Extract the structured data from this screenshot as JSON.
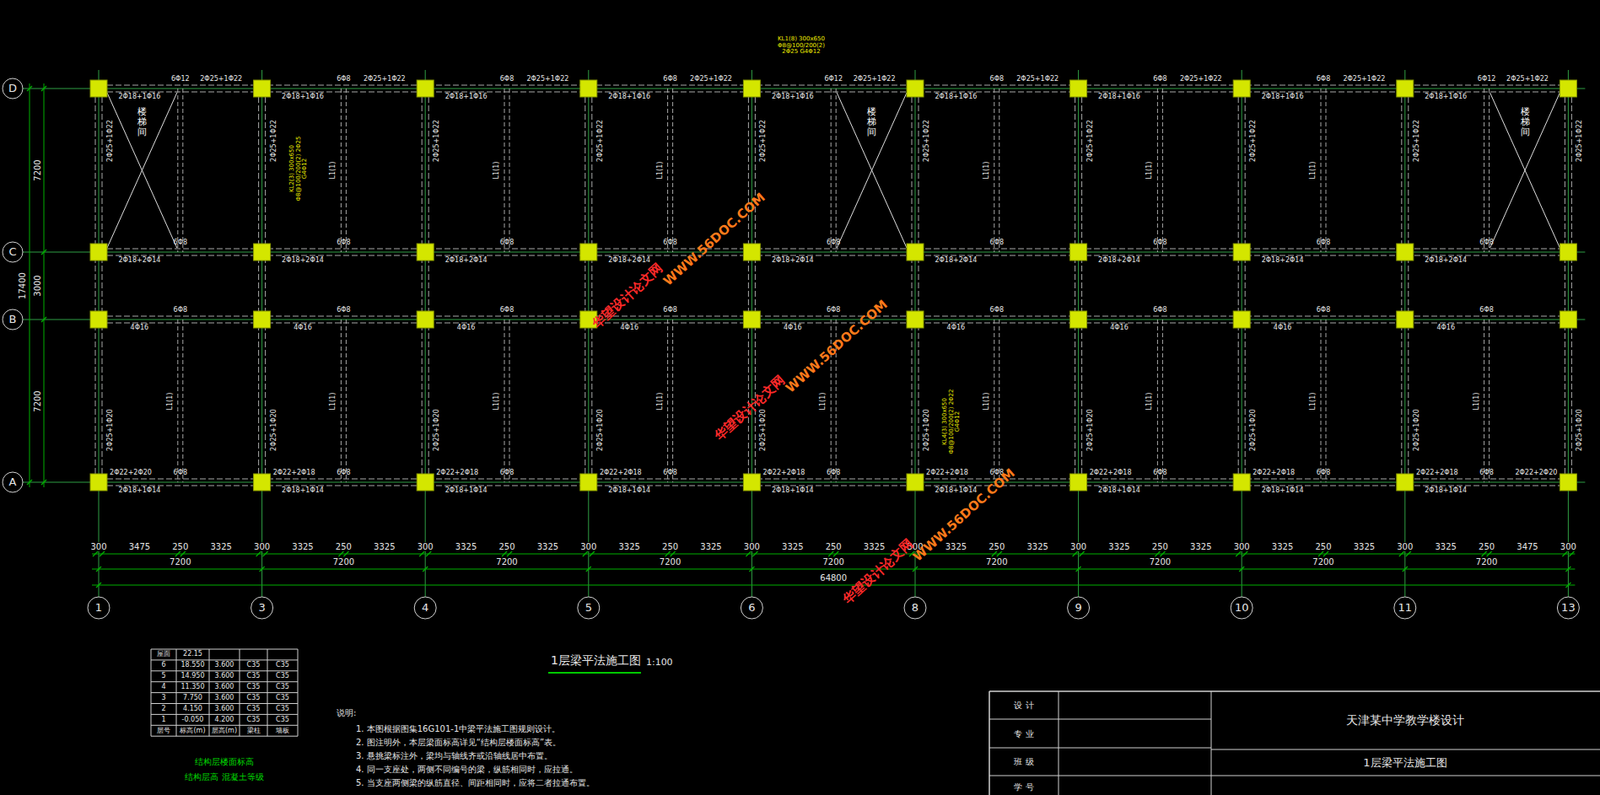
{
  "diagram": {
    "title": "1层梁平法施工图",
    "labels": [
      "D",
      "C",
      "B",
      "A",
      "1",
      "3",
      "4",
      "5",
      "6",
      "8",
      "9",
      "10",
      "11",
      "13",
      "300",
      "3475",
      "250",
      "3325",
      "300",
      "3325",
      "250",
      "3325",
      "300",
      "3325",
      "250",
      "3325",
      "300",
      "3325",
      "250",
      "3325",
      "300",
      "3325",
      "250",
      "3325",
      "300",
      "3325",
      "250",
      "3325",
      "300",
      "3325",
      "250",
      "3325",
      "300",
      "3325",
      "250",
      "3325",
      "300",
      "3325",
      "250",
      "3475",
      "300",
      "7200",
      "7200",
      "7200",
      "7200",
      "7200",
      "7200",
      "7200",
      "7200",
      "7200",
      "64800",
      "7200",
      "3000",
      "7200",
      "17400",
      "楼梯间",
      "楼梯间",
      "楼梯间",
      "6Φ12",
      "2Φ18+1Φ16",
      "2Φ25+1Φ22",
      "6Φ8",
      "2Φ18+2Φ14",
      "6Φ8",
      "4Φ16",
      "6Φ8",
      "2Φ18+1Φ14",
      "6Φ8",
      "2Φ18+1Φ16",
      "2Φ25+1Φ22",
      "6Φ8",
      "2Φ18+2Φ14",
      "6Φ8",
      "4Φ16",
      "6Φ8",
      "2Φ18+1Φ14",
      "6Φ8",
      "2Φ18+1Φ16",
      "2Φ25+1Φ22",
      "6Φ8",
      "2Φ18+2Φ14",
      "6Φ8",
      "4Φ16",
      "6Φ8",
      "2Φ18+1Φ14",
      "6Φ8",
      "2Φ18+1Φ16",
      "2Φ25+1Φ22",
      "6Φ8",
      "2Φ18+2Φ14",
      "6Φ8",
      "4Φ16",
      "6Φ8",
      "2Φ18+1Φ14",
      "6Φ12",
      "2Φ18+1Φ16",
      "2Φ25+1Φ22",
      "6Φ8",
      "2Φ18+2Φ14",
      "6Φ8",
      "4Φ16",
      "6Φ8",
      "2Φ18+1Φ14",
      "6Φ8",
      "2Φ18+1Φ16",
      "2Φ25+1Φ22",
      "6Φ8",
      "2Φ18+2Φ14",
      "6Φ8",
      "4Φ16",
      "6Φ8",
      "2Φ18+1Φ14",
      "6Φ8",
      "2Φ18+1Φ16",
      "2Φ25+1Φ22",
      "6Φ8",
      "2Φ18+2Φ14",
      "6Φ8",
      "4Φ16",
      "6Φ8",
      "2Φ18+1Φ14",
      "6Φ8",
      "2Φ18+1Φ16",
      "2Φ25+1Φ22",
      "6Φ8",
      "2Φ18+2Φ14",
      "6Φ8",
      "4Φ16",
      "6Φ8",
      "2Φ18+1Φ14",
      "6Φ12",
      "2Φ18+1Φ16",
      "2Φ25+1Φ22",
      "6Φ8",
      "2Φ18+2Φ14",
      "6Φ8",
      "4Φ16",
      "6Φ8",
      "2Φ18+1Φ14",
      "L1(1)",
      "L1(1)",
      "L1(1)",
      "L1(1)",
      "L1(1)",
      "L1(1)",
      "L1(1)",
      "L1(1)",
      "L1(1)",
      "L1(1)",
      "L1(1)",
      "L1(1)",
      "L1(1)",
      "L1(1)",
      "L1(1)",
      "2Φ25+1Φ22",
      "2Φ25+1Φ20",
      "2Φ22+2Φ20",
      "2Φ25+1Φ22",
      "2Φ25+1Φ20",
      "2Φ22+2Φ18",
      "2Φ25+1Φ22",
      "2Φ25+1Φ20",
      "2Φ22+2Φ18",
      "2Φ25+1Φ22",
      "2Φ25+1Φ20",
      "2Φ22+2Φ18",
      "2Φ25+1Φ22",
      "2Φ25+1Φ20",
      "2Φ22+2Φ18",
      "2Φ25+1Φ22",
      "2Φ25+1Φ20",
      "2Φ22+2Φ18",
      "2Φ25+1Φ22",
      "2Φ25+1Φ20",
      "2Φ22+2Φ18",
      "2Φ25+1Φ22",
      "2Φ25+1Φ20",
      "2Φ22+2Φ18",
      "2Φ25+1Φ22",
      "2Φ25+1Φ20",
      "2Φ22+2Φ18",
      "2Φ25+1Φ22",
      "2Φ25+1Φ20",
      "2Φ22+2Φ20",
      "KL1(8) 300x650 Φ8@100/200(2) 2Φ25 G4Φ12",
      "KL2(3) 300x650 Φ8@100/200(2) 2Φ25 G4Φ12",
      "KL4(3) 300x650 Φ8@100/200(2) 2Φ22 G4Φ12",
      "1:100",
      "说明:",
      "1. 本图根据图集16G101-1中梁平法施工图规则设计。",
      "2. 图注明外，本层梁面标高详见“结构层楼面标高”表。",
      "3. 悬挑梁标注外，梁均与轴线齐或沿轴线居中布置。",
      "4. 同一支座处，两侧不同编号的梁，纵筋相同时，应拉通。",
      "5. 当支座两侧梁的纵筋直径、间距相同时，应将二者拉通布置。",
      "屋面",
      "22.15",
      "6",
      "18.550",
      "3.600",
      "C35",
      "C35",
      "5",
      "14.950",
      "3.600",
      "C35",
      "C35",
      "4",
      "11.350",
      "3.600",
      "C35",
      "C35",
      "3",
      "7.750",
      "3.600",
      "C35",
      "C35",
      "2",
      "4.150",
      "3.600",
      "C35",
      "C35",
      "1",
      "-0.050",
      "4.200",
      "C35",
      "C35",
      "层号",
      "标高(m)",
      "层高(m)",
      "梁柱",
      "墙板",
      "结构层楼面标高",
      "结构层高 混凝土等级",
      "设 计",
      "专 业",
      "班 级",
      "学 号",
      "天津某中学教学楼设计",
      "1层梁平法施工图",
      "华望设计论文网",
      "WWW.56DOC.COM",
      "华望设计论文网",
      "WWW.56DOC.COM",
      "华望设计论文网",
      "WWW.56DOC.COM"
    ]
  }
}
